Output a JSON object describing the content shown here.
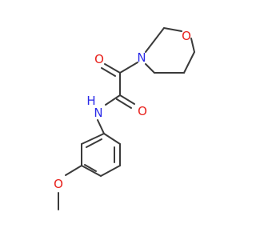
{
  "molecule": {
    "atoms": [
      {
        "id": "O1",
        "label": "O",
        "color": "#e8211c"
      },
      {
        "id": "O2",
        "label": "O",
        "color": "#e8211c"
      },
      {
        "id": "O3",
        "label": "O",
        "color": "#e8211c"
      },
      {
        "id": "O4",
        "label": "O",
        "color": "#e8211c"
      },
      {
        "id": "N1",
        "label": "N",
        "color": "#2a2ae8"
      },
      {
        "id": "NH",
        "label": "NH",
        "color": "#2a2ae8"
      },
      {
        "id": "H",
        "label": "H",
        "color": "#2a2ae8"
      }
    ],
    "bond_color": "#3a3a3a",
    "background": "#ffffff"
  }
}
